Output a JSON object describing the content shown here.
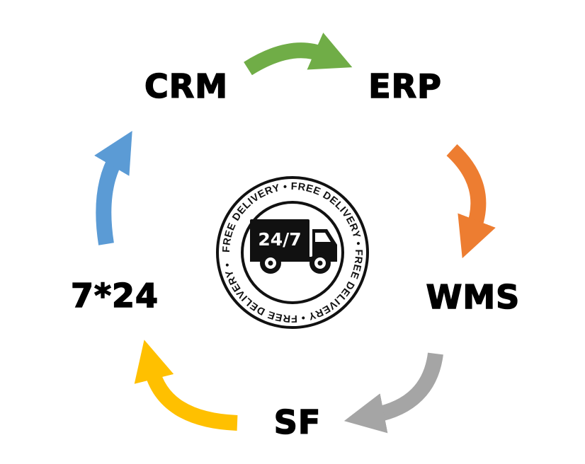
{
  "diagram": {
    "nodes": [
      {
        "id": "crm",
        "label": "CRM"
      },
      {
        "id": "erp",
        "label": "ERP"
      },
      {
        "id": "wms",
        "label": "WMS"
      },
      {
        "id": "sf",
        "label": "SF"
      },
      {
        "id": "7x24",
        "label": "7*24"
      }
    ],
    "arrows": [
      {
        "name": "crm-to-erp",
        "color": "#70AD47"
      },
      {
        "name": "erp-to-wms",
        "color": "#ED7D31"
      },
      {
        "name": "wms-to-sf",
        "color": "#A5A5A5"
      },
      {
        "name": "sf-to-7x24",
        "color": "#FFC000"
      },
      {
        "name": "7x24-to-crm",
        "color": "#5B9BD5"
      }
    ],
    "badge": {
      "ring_text": "FREE DELIVERY • FREE DELIVERY • FREE DELIVERY • FREE DELIVERY • ",
      "truck_label": "24/7"
    }
  }
}
